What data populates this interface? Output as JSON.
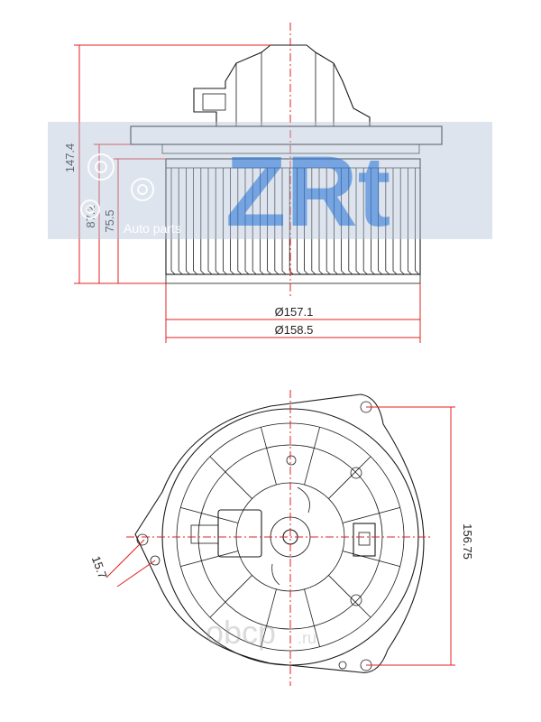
{
  "dimensions": {
    "height_total": "147.4",
    "height_mid": "87.2",
    "height_low": "75.5",
    "diameter_inner": "Ø157.1",
    "diameter_outer": "Ø158.5",
    "flange_height": "156.75",
    "offset": "15.7"
  },
  "watermark": {
    "brand": "ZRt",
    "tagline": "Auto parts",
    "site_main": "obcp",
    "site_suffix": ".ru"
  },
  "colors": {
    "line": "#1a1a1a",
    "dimension": "#e02020",
    "watermark_band": "#b4c3d8",
    "watermark_logo": "#1f6fd6"
  }
}
